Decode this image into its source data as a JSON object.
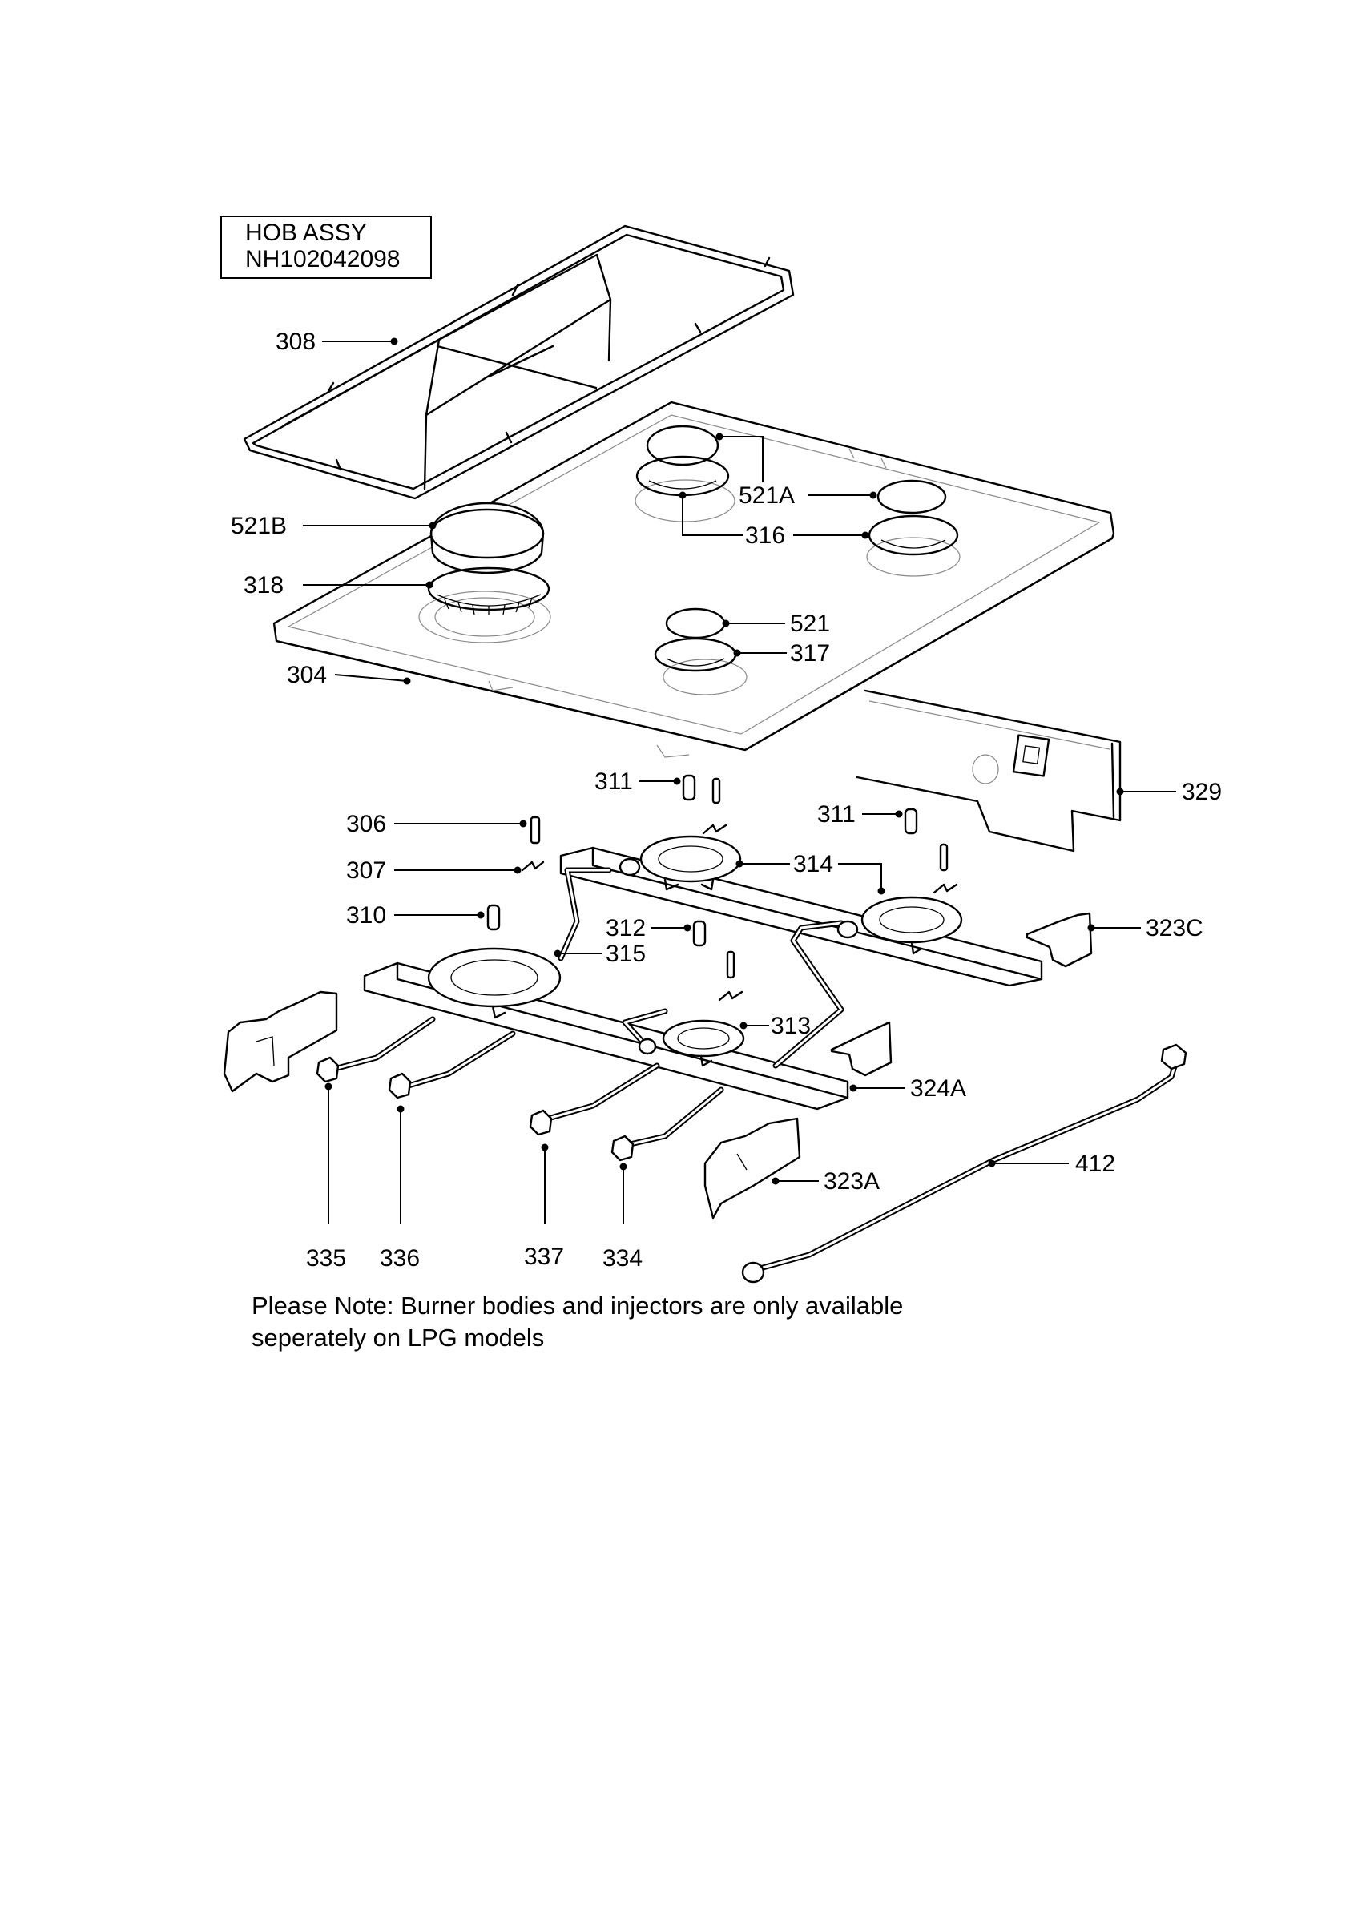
{
  "title": {
    "line1": "HOB ASSY",
    "line2": "NH102042098"
  },
  "note": {
    "line1": "Please Note: Burner bodies and injectors are only available",
    "line2": "seperately on LPG models"
  },
  "callouts": {
    "c308": "308",
    "c521B": "521B",
    "c318": "318",
    "c304": "304",
    "c521A": "521A",
    "c316": "316",
    "c521": "521",
    "c317": "317",
    "c329": "329",
    "c311a": "311",
    "c311b": "311",
    "c306": "306",
    "c307": "307",
    "c314": "314",
    "c310": "310",
    "c312": "312",
    "c315": "315",
    "c323C": "323C",
    "c313": "313",
    "c324A": "324A",
    "c412": "412",
    "c323A": "323A",
    "c335": "335",
    "c336": "336",
    "c337": "337",
    "c334": "334"
  }
}
